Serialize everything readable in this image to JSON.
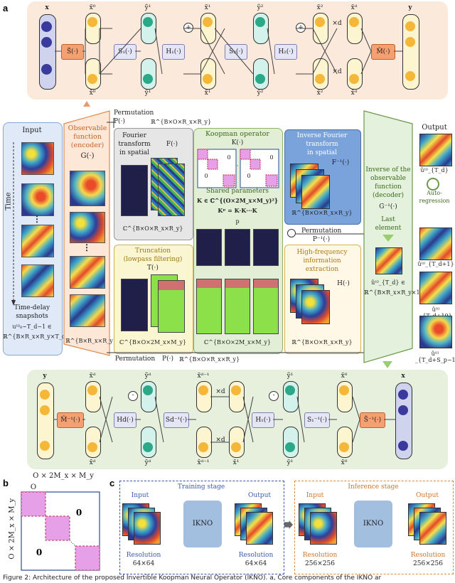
{
  "labels": {
    "a": "a",
    "b": "b",
    "c": "c"
  },
  "top_row": {
    "x": "x",
    "x0_tilde": "x̃⁰",
    "x0_bar": "x̄⁰",
    "y1_tilde": "ỹ¹",
    "y1_bar": "ȳ¹",
    "x1_tilde": "x̃¹",
    "x1_bar": "x̄¹",
    "y2_tilde": "ỹ²",
    "y2_bar": "ȳ²",
    "x2_tilde": "x̃²",
    "x2_bar": "x̄²",
    "xd_tilde": "x̃ᵈ",
    "xd_bar": "x̄ᵈ",
    "times_d": "×d",
    "y": "y",
    "S_tilde": "S̃(·)",
    "S1": "S₁(·)",
    "H1": "H₁(·)",
    "S2": "S₂(·)",
    "H2": "H₂(·)",
    "M_tilde": "M̃(·)",
    "plus": "+"
  },
  "bottom_row": {
    "y": "y",
    "M_tilde_inv": "M̃⁻¹(·)",
    "xd_tilde": "x̃ᵈ",
    "xd_bar": "x̄ᵈ",
    "Hd": "Hd(·)",
    "yd_tilde": "ỹᵈ",
    "yd_bar": "ȳᵈ",
    "Sd_inv": "Sd⁻¹(·)",
    "xd1_tilde": "x̃ᵈ⁻¹",
    "xd1_bar": "x̄ᵈ⁻¹",
    "times_d": "×d",
    "H1": "H₁(·)",
    "y1_tilde": "ỹ¹",
    "y1_bar": "ȳ¹",
    "S1_inv": "S₁⁻¹(·)",
    "x1_bar": "x̄¹",
    "x0_tilde": "x̃⁰",
    "x0_bar": "x̄⁰",
    "S_tilde_inv": "S̃⁻¹(·)",
    "x": "x",
    "minus": "-"
  },
  "input_panel": {
    "title": "Input",
    "time": "Time",
    "snap1": "Time-delay",
    "snap2": "snapshots",
    "var": "u⁽ⁱ⁾₀∼T_d−1 ∈",
    "dim": "ℝ^{B×R_x×R_y×T_d}"
  },
  "observable": {
    "t1": "Observable",
    "t2": "function",
    "t3": "(encoder)",
    "sym": "G(·)",
    "dim": "ℝ^{B×R_x×R_y×O}"
  },
  "permutation_top": {
    "t": "Permutation",
    "sym": "P(·)",
    "dim": "ℝ^{B×O×R_x×R_y}"
  },
  "fourier": {
    "t1": "Fourier",
    "t2": "transform",
    "t3": "in spatial",
    "sym": "F(·)",
    "dim": "ℂ^{B×O×R_x×R_y}"
  },
  "truncation": {
    "t1": "Truncation",
    "t2": "(lowpass filtering)",
    "sym": "T(·)",
    "dim": "ℂ^{B×O×2M_x×M_y}"
  },
  "koopman": {
    "t1": "Koopman operator",
    "sym": "K(·)",
    "shared": "Shared parameters",
    "k_def": "K ∈ ℂ^{(O×2M_x×M_y)²}",
    "kp": "Kᵖ = K·K···K",
    "p": "p",
    "zero": "0",
    "dot": "·",
    "dim": "ℂ^{B×O×2M_x×M_y}"
  },
  "inverse_fourier": {
    "t1": "Inverse Fourier",
    "t2": "transform",
    "t3": "in spatial",
    "sym": "F⁻¹(·)",
    "dim": "ℝ^{B×O×R_x×R_y}"
  },
  "high_freq": {
    "t1": "High-frequency",
    "t2": "information",
    "t3": "extraction",
    "sym": "H(·)",
    "dim": "ℝ^{B×O×R_x×R_y}"
  },
  "permutation_mid": {
    "t": "Permutation",
    "sym": "P⁻¹(·)"
  },
  "permutation_bottom": {
    "t": "Permutation",
    "sym": "P(·)",
    "dim": "ℝ^{B×O×R_x×R_y}"
  },
  "decoder": {
    "t1": "Inverse of the",
    "t2": "observable",
    "t3": "function",
    "t4": "(decoder)",
    "sym": "G⁻¹(·)",
    "last1": "Last",
    "last2": "element",
    "var": "û⁽ⁱ⁾_{T_d} ∈",
    "dim": "ℝ^{B×R_x×R_y×1}"
  },
  "output": {
    "title": "Output",
    "u_td": "û⁽ⁱ⁾_{T_d}",
    "auto1": "Auto-",
    "auto2": "regression",
    "u_td1": "û⁽ⁱ⁾_{T_d+1}",
    "u_td19": "û⁽ⁱ⁾_{T_d+19}",
    "u_tdsp": "û⁽ⁱ⁾_{T_d+S_p−1}"
  },
  "panel_b": {
    "top": "O × 2M_x × M_y",
    "o": "O",
    "side": "O × 2M_x × M_y",
    "zero1": "0",
    "zero2": "0"
  },
  "panel_c": {
    "train_title": "Training stage",
    "infer_title": "Inference stage",
    "input": "Input",
    "output": "Output",
    "ikno": "IKNO",
    "resolution": "Resolution",
    "r64": "64×64",
    "r256": "256×256"
  },
  "caption": "Figure 2: Architecture of the proposed Invertible Koopman Neural Operator (IKNO). a, Core components of the IKNO ar"
}
